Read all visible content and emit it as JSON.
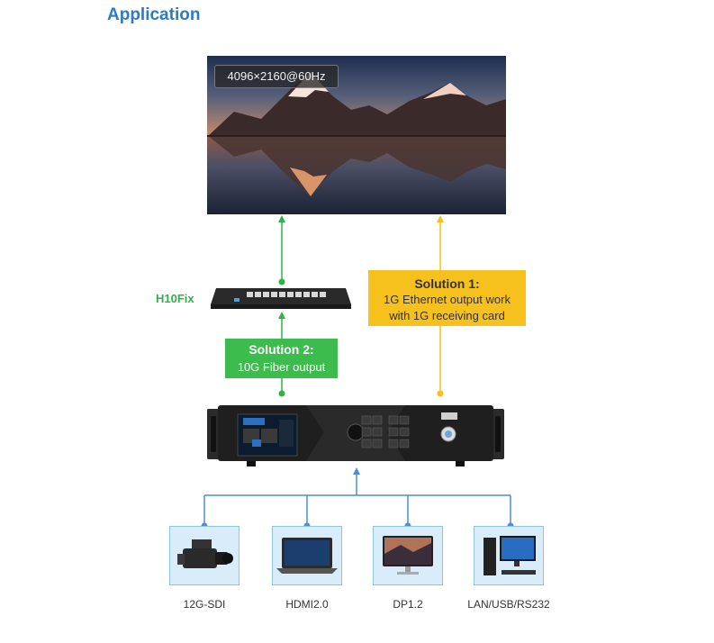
{
  "title": "Application",
  "screen": {
    "resolution": "4096×2160@60Hz"
  },
  "h10": {
    "label": "H10Fix"
  },
  "solution1": {
    "title": "Solution 1:",
    "line1": "1G Ethernet output work",
    "line2": "with 1G receiving card"
  },
  "solution2": {
    "title": "Solution 2:",
    "line1": "10G Fiber output"
  },
  "sources": [
    {
      "label": "12G-SDI",
      "icon": "camcorder-icon"
    },
    {
      "label": "HDMI2.0",
      "icon": "laptop-icon"
    },
    {
      "label": "DP1.2",
      "icon": "monitor-icon"
    },
    {
      "label": "LAN/USB/RS232",
      "icon": "desktop-pc-icon"
    }
  ],
  "colors": {
    "title": "#2e7bbf",
    "green": "#2db34a",
    "yellow": "#f6c11c",
    "blue": "#4a8fd6",
    "box": "#d9ecfa"
  }
}
